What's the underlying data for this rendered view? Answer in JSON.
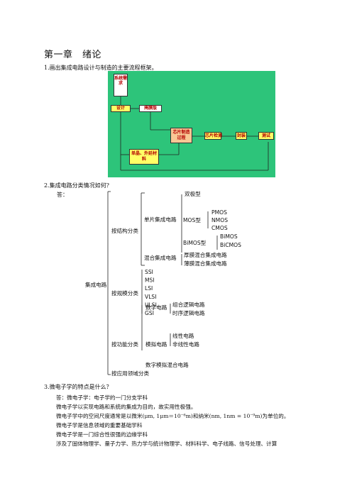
{
  "chapter_title": "第一章　绪论",
  "q1": "1.画出集成电路设计与制造的主要流程框架。",
  "flow": {
    "requirement": "系统需求",
    "design": "设计",
    "mask": "掩膜版",
    "fab": "芯片制造过程",
    "test_chip": "芯片检测",
    "package": "封装",
    "test": "测试",
    "material": "单晶、外延材料"
  },
  "q2": "2.集成电路分类情况如何?",
  "answer_label": "答：",
  "tree": {
    "root": "集成电路",
    "by_structure": "按结构分类",
    "monolithic": "单片集成电路",
    "bipolar": "双极型",
    "mos": "MOS型",
    "pmos": "PMOS",
    "nmos": "NMOS",
    "cmos": "CMOS",
    "bimos_type": "BiMOS型",
    "bimos": "BiMOS",
    "bicmos": "BiCMOS",
    "hybrid": "混合集成电路",
    "thick_film": "厚膜混合集成电路",
    "thin_film": "薄膜混合集成电路",
    "by_scale": "按规模分类",
    "scales": [
      "SSI",
      "MSI",
      "LSI",
      "VLSI",
      "ULSI",
      "GSI"
    ],
    "by_function": "按功能分类",
    "digital": "数字电路",
    "combinational": "组合逻辑电路",
    "sequential": "时序逻辑电路",
    "analog": "模拟电路",
    "linear": "线性电路",
    "nonlinear": "非线性电路",
    "mixed": "数字模拟混合电路",
    "by_application": "按应用领域分类"
  },
  "q3": "3.微电子学的特点是什么？",
  "answers": [
    "答：微电子学：电子学的一门分支学科",
    "微电子学以实现电路和系统的集成为目的，故实用性极强。",
    "微电子学中的空间尺度通常是以微米(μm, 1μm＝10⁻⁶m)和纳米(nm, 1nm = 10⁻⁹m)为单位的。",
    "微电子学是信息领域的重要基础学科",
    "微电子学是一门综合性很强的边缘学科",
    "涉及了固体物理学、量子力学、热力学与统计物理学、材料科学、电子线路、信号处理、计算"
  ]
}
